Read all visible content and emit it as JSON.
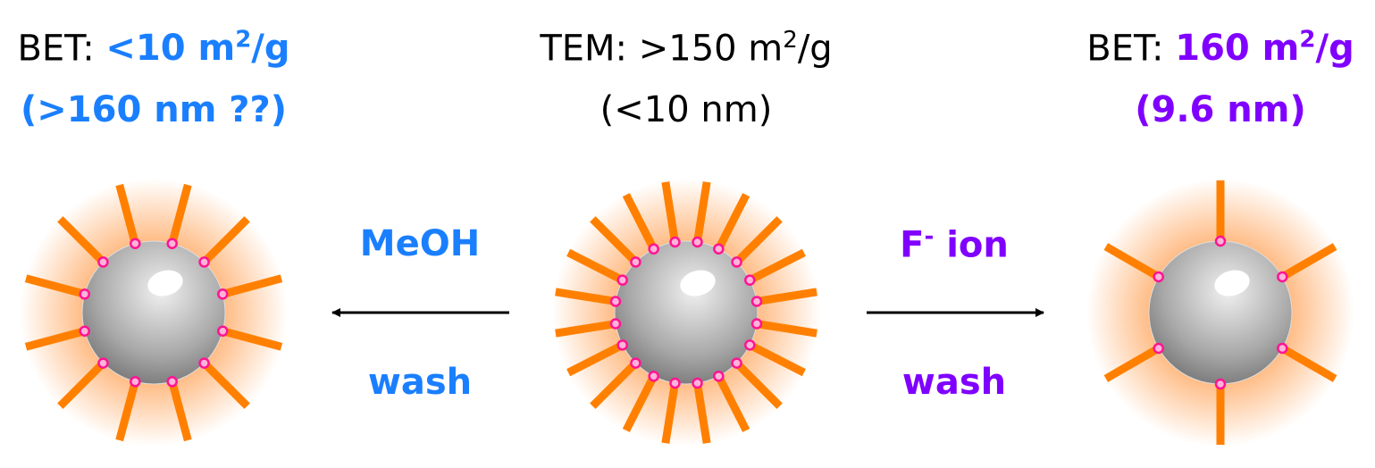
{
  "colors": {
    "blue": "#1a7fff",
    "purple": "#8000ff",
    "ligand": "#ff8000",
    "anchor": "#ff1493",
    "anchor_fill": "#ffb3d9"
  },
  "left": {
    "label": "BET:",
    "value": "<10 m",
    "sup": "2",
    "unit": "/g",
    "size": "(>160 nm ??)",
    "ligands": 12
  },
  "center": {
    "label": "TEM: >150 m",
    "sup": "2",
    "unit": "/g",
    "size": "(<10 nm)",
    "ligands": 20
  },
  "right": {
    "label": "BET:",
    "value": "160 m",
    "sup": "2",
    "unit": "/g",
    "size": "(9.6 nm)",
    "ligands": 6
  },
  "left_arrow": {
    "top": "MeOH",
    "bottom": "wash"
  },
  "right_arrow": {
    "top_main": "F",
    "top_sup": "-",
    "top_rest": " ion",
    "bottom": "wash"
  }
}
